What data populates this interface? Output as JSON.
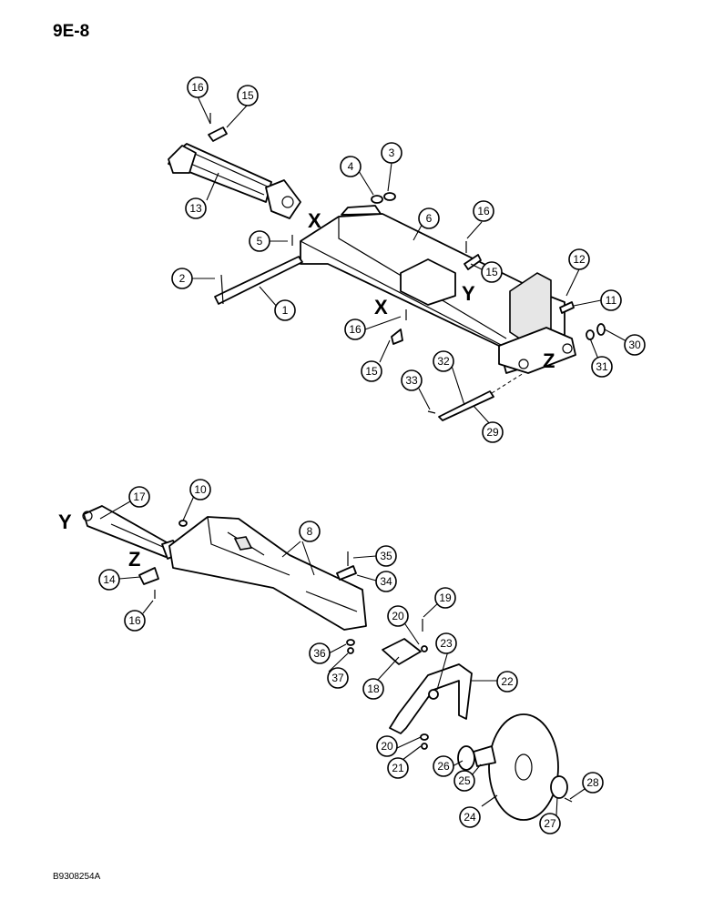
{
  "page": {
    "code": "9E-8",
    "footer_code": "B9308254A"
  },
  "reference_letters": {
    "x_upper": "X",
    "x_lower": "X",
    "y_upper": "Y",
    "y_lower": "Y",
    "z_upper": "Z",
    "z_lower": "Z"
  },
  "callouts": {
    "c1": "1",
    "c2": "2",
    "c3": "3",
    "c4": "4",
    "c5": "5",
    "c6": "6",
    "c8": "8",
    "c10": "10",
    "c11": "11",
    "c12": "12",
    "c13": "13",
    "c14": "14",
    "c15a": "15",
    "c15b": "15",
    "c15c": "15",
    "c16a": "16",
    "c16b": "16",
    "c16c": "16",
    "c16d": "16",
    "c17": "17",
    "c18": "18",
    "c19": "19",
    "c20a": "20",
    "c20b": "20",
    "c21": "21",
    "c22": "22",
    "c23": "23",
    "c24": "24",
    "c25": "25",
    "c26": "26",
    "c27": "27",
    "c28": "28",
    "c29": "29",
    "c30": "30",
    "c31": "31",
    "c32": "32",
    "c33": "33",
    "c34": "34",
    "c35": "35",
    "c36": "36",
    "c37": "37"
  }
}
